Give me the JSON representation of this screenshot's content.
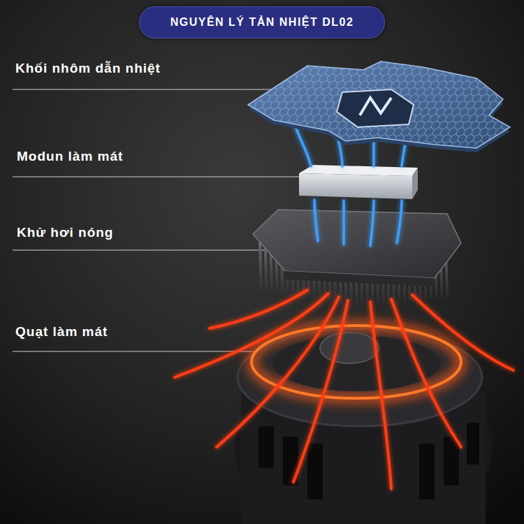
{
  "diagram": {
    "title": "NGUYÊN LÝ TẢN NHIỆT DL02",
    "labels": [
      "Khối nhôm dẫn nhiệt",
      "Modun làm mát",
      "Khử hơi nóng",
      "Quạt làm mát"
    ]
  }
}
